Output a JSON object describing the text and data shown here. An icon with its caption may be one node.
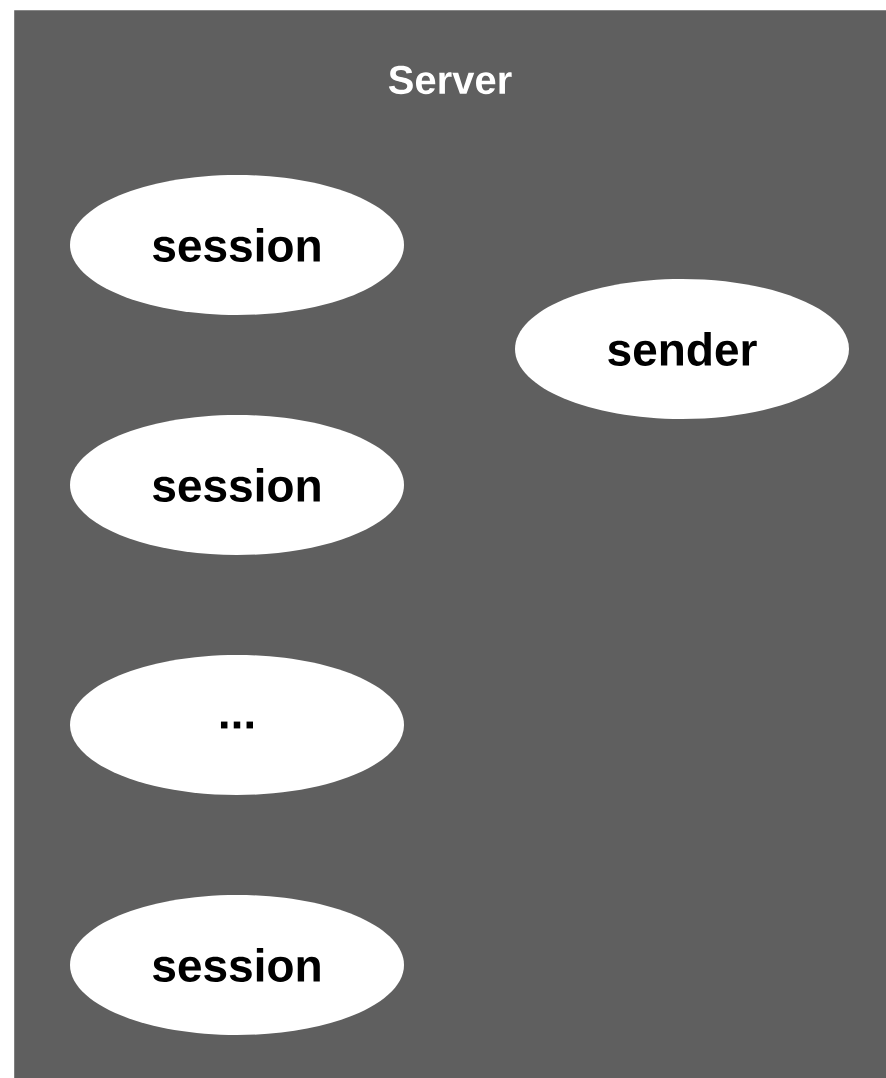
{
  "diagram": {
    "nodes": [
      {
        "text": [
          "Server"
        ]
      },
      {
        "text": [
          "session"
        ],
        "in": 0
      },
      {
        "text": [
          "sender"
        ],
        "in": 0
      },
      {
        "text": [
          "session"
        ],
        "in": 0
      },
      {
        "text": [
          "..."
        ],
        "in": 0
      },
      {
        "text": [
          "session"
        ],
        "in": 0
      }
    ]
  }
}
